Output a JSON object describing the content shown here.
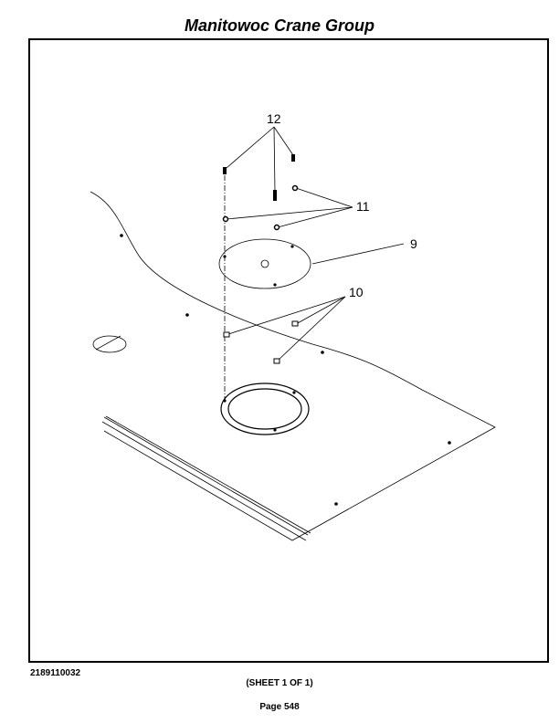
{
  "header": {
    "title": "Manitowoc Crane Group"
  },
  "diagram": {
    "callouts": {
      "label_12": "12",
      "label_11": "11",
      "label_9": "9",
      "label_10": "10"
    }
  },
  "footer": {
    "drawing_number": "2189110032",
    "sheet": "(SHEET 1 OF 1)",
    "page": "Page 548"
  }
}
